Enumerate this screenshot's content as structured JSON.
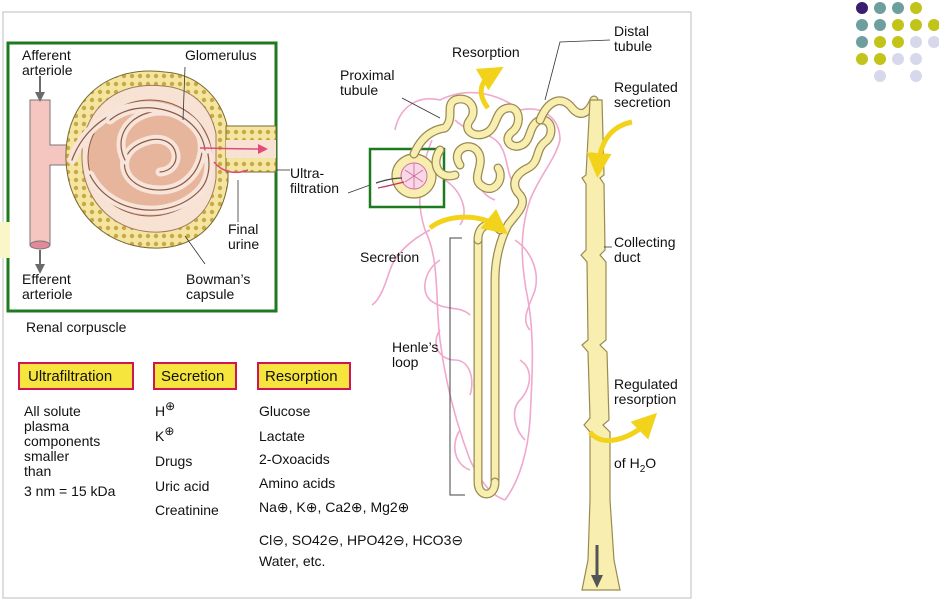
{
  "colors": {
    "frame": "#c8c8c8",
    "inset_border": "#1e7a1e",
    "tubule_fill": "#f7eeb0",
    "tubule_stroke": "#9a8a50",
    "capillary": "#f0a8cc",
    "arrow_yellow": "#f2d21a",
    "box_fill": "#f6e53c",
    "box_border": "#d0145a",
    "arteriole": "#f5c5c0",
    "glomerulus": "#e6b59c",
    "capsule_dots": "#e9d27a",
    "dot_purple": "#3b1c6e",
    "dot_teal": "#6f9e9e",
    "dot_olive": "#c2c41a",
    "dot_lavender": "#d8d8ec"
  },
  "inset": {
    "afferent": "Afferent\narteriole",
    "glomerulus": "Glomerulus",
    "final_urine": "Final\nurine",
    "efferent": "Efferent\narteriole",
    "bowmans": "Bowman’s\ncapsule",
    "title": "Renal corpuscle"
  },
  "nephron": {
    "resorption": "Resorption",
    "distal": "Distal\ntubule",
    "proximal": "Proximal\ntubule",
    "reg_secretion": "Regulated\nsecretion",
    "ultra": "Ultra-\nfiltration",
    "secretion": "Secretion",
    "collecting": "Collecting\nduct",
    "henle": "Henle’s\nloop",
    "reg_resorption": "Regulated\nresorption",
    "of_h2o": "of H",
    "of_h2o_sub": "2",
    "of_h2o_tail": "O"
  },
  "boxes": {
    "ultrafiltration": "Ultrafiltration",
    "secretion": "Secretion",
    "resorption": "Resorption"
  },
  "ultrafiltration_list": [
    "All solute",
    "plasma",
    "components",
    "smaller",
    "than",
    "3  nm = 15  kDa"
  ],
  "secretion_list": {
    "h": "H",
    "k": "K",
    "drugs": "Drugs",
    "uric": "Uric acid",
    "creatinine": "Creatinine"
  },
  "resorption_list": {
    "glucose": "Glucose",
    "lactate": "Lactate",
    "oxoacids": "2-Oxoacids",
    "amino": "Amino acids",
    "ions1": "Na⊕, K⊕, Ca2⊕, Mg2⊕",
    "ions2": "Cl⊖, SO42⊖, HPO42⊖, HCO3⊖",
    "water": "Water, etc."
  },
  "symbols": {
    "plus": "⊕"
  }
}
